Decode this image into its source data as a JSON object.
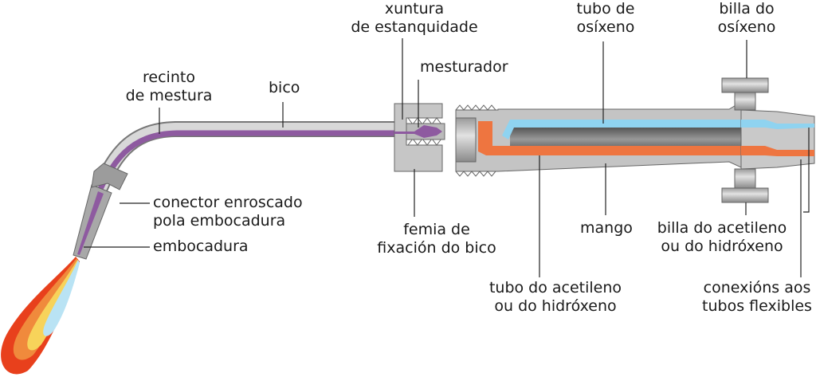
{
  "labels": {
    "seal": [
      "xuntura",
      "de estanquidade"
    ],
    "oxygen_tube": [
      "tubo de",
      "osíxeno"
    ],
    "oxygen_valve": [
      "billa do",
      "osíxeno"
    ],
    "mixer": "mesturador",
    "mixing_chamber": [
      "recinto",
      "de mestura"
    ],
    "nozzle": "bico",
    "threaded_connector": [
      "conector enroscado",
      "pola embocadura"
    ],
    "tip": "embocadura",
    "nozzle_nut": [
      "femia de",
      "fixación do bico"
    ],
    "handle": "mango",
    "acetylene_valve": [
      "billa do acetileno",
      "ou do hidróxeno"
    ],
    "acetylene_tube": [
      "tubo do acetileno",
      "ou do hidróxeno"
    ],
    "hose_connections": [
      "conexións aos",
      "tubos flexibles"
    ]
  },
  "colors": {
    "oxygen": "#8fd3f0",
    "acetylene": "#ee7540",
    "mixture": "#8e5aa0",
    "metal": "#bdbdbd"
  }
}
